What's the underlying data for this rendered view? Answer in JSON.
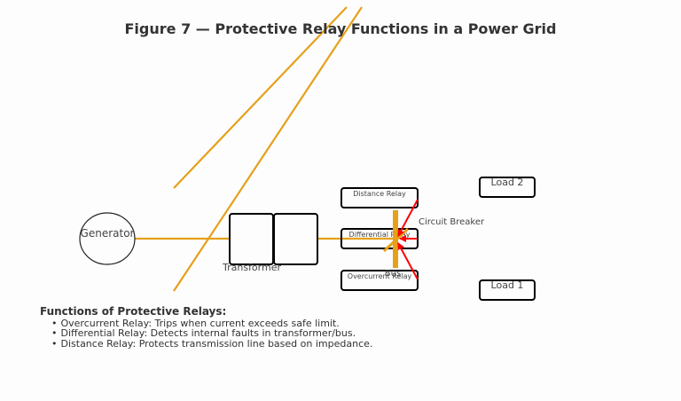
{
  "title": "Figure 7 — Protective Relay Functions in a Power Grid",
  "components": {
    "generator": "Generator",
    "transformer": "Transformer",
    "bus": "Bus",
    "circuit_breaker": "Circuit Breaker",
    "relays": [
      "Distance Relay",
      "Differential Relay",
      "Overcurrent Relay"
    ],
    "loads": [
      "Load 2",
      "Load 1"
    ]
  },
  "colors": {
    "line": "#e6a01a",
    "trip_arrow": "#ff0000",
    "outline": "#000000"
  },
  "notes": {
    "heading": "Functions of Protective Relays:",
    "items": [
      "Overcurrent Relay: Trips when current exceeds safe limit.",
      "Differential Relay: Detects internal faults in transformer/bus.",
      "Distance Relay: Protects transmission line based on impedance."
    ]
  }
}
